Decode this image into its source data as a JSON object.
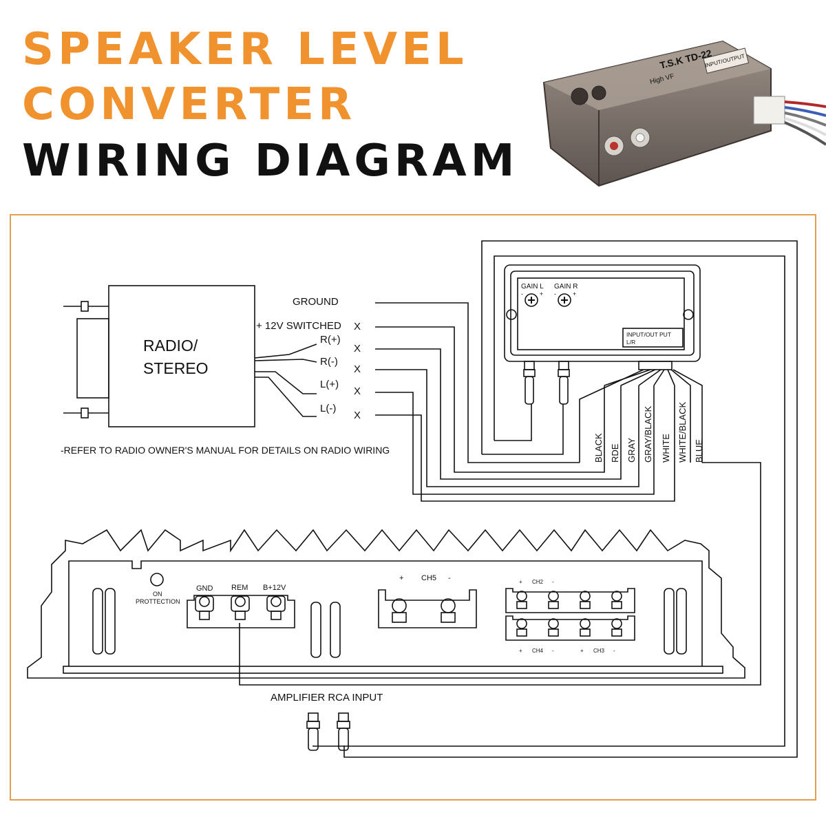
{
  "title": {
    "line1": "SPEAKER LEVEL",
    "line2": "CONVERTER",
    "line3": "WIRING DIAGRAM"
  },
  "radio": {
    "label_line1": "RADIO/",
    "label_line2": "STEREO",
    "note": "-REFER TO RADIO OWNER'S MANUAL FOR DETAILS ON RADIO WIRING"
  },
  "connections": {
    "ground": "GROUND",
    "switched": "+ 12V SWITCHED",
    "r_plus": "R(+)",
    "r_minus": "R(-)",
    "l_plus": "L(+)",
    "l_minus": "L(-)",
    "x_mark": "X"
  },
  "converter": {
    "gain_l": "GAIN L",
    "gain_r": "GAIN R",
    "io_label_line1": "INPUT/OUT PUT",
    "io_label_line2": "L/R",
    "minus": "-",
    "plus": "+"
  },
  "wire_colors": [
    "BLACK",
    "RDE",
    "GRAY",
    "GRAY/BLACK",
    "WHITE",
    "WHITE/BLACK",
    "BLUE"
  ],
  "amplifier": {
    "protection_line1": "ON",
    "protection_line2": "PROTTECTION",
    "gnd": "GND",
    "rem": "REM",
    "b12": "B+12V",
    "ch5": "CH5",
    "ch2": "CH2",
    "ch3": "CH3",
    "ch4": "CH4",
    "plus": "+",
    "minus": "-",
    "rca_input": "AMPLIFIER RCA INPUT"
  },
  "colors": {
    "title_accent": "#f0922e",
    "title_dark": "#111111",
    "frame_border": "#e0a050",
    "line": "#111111"
  }
}
